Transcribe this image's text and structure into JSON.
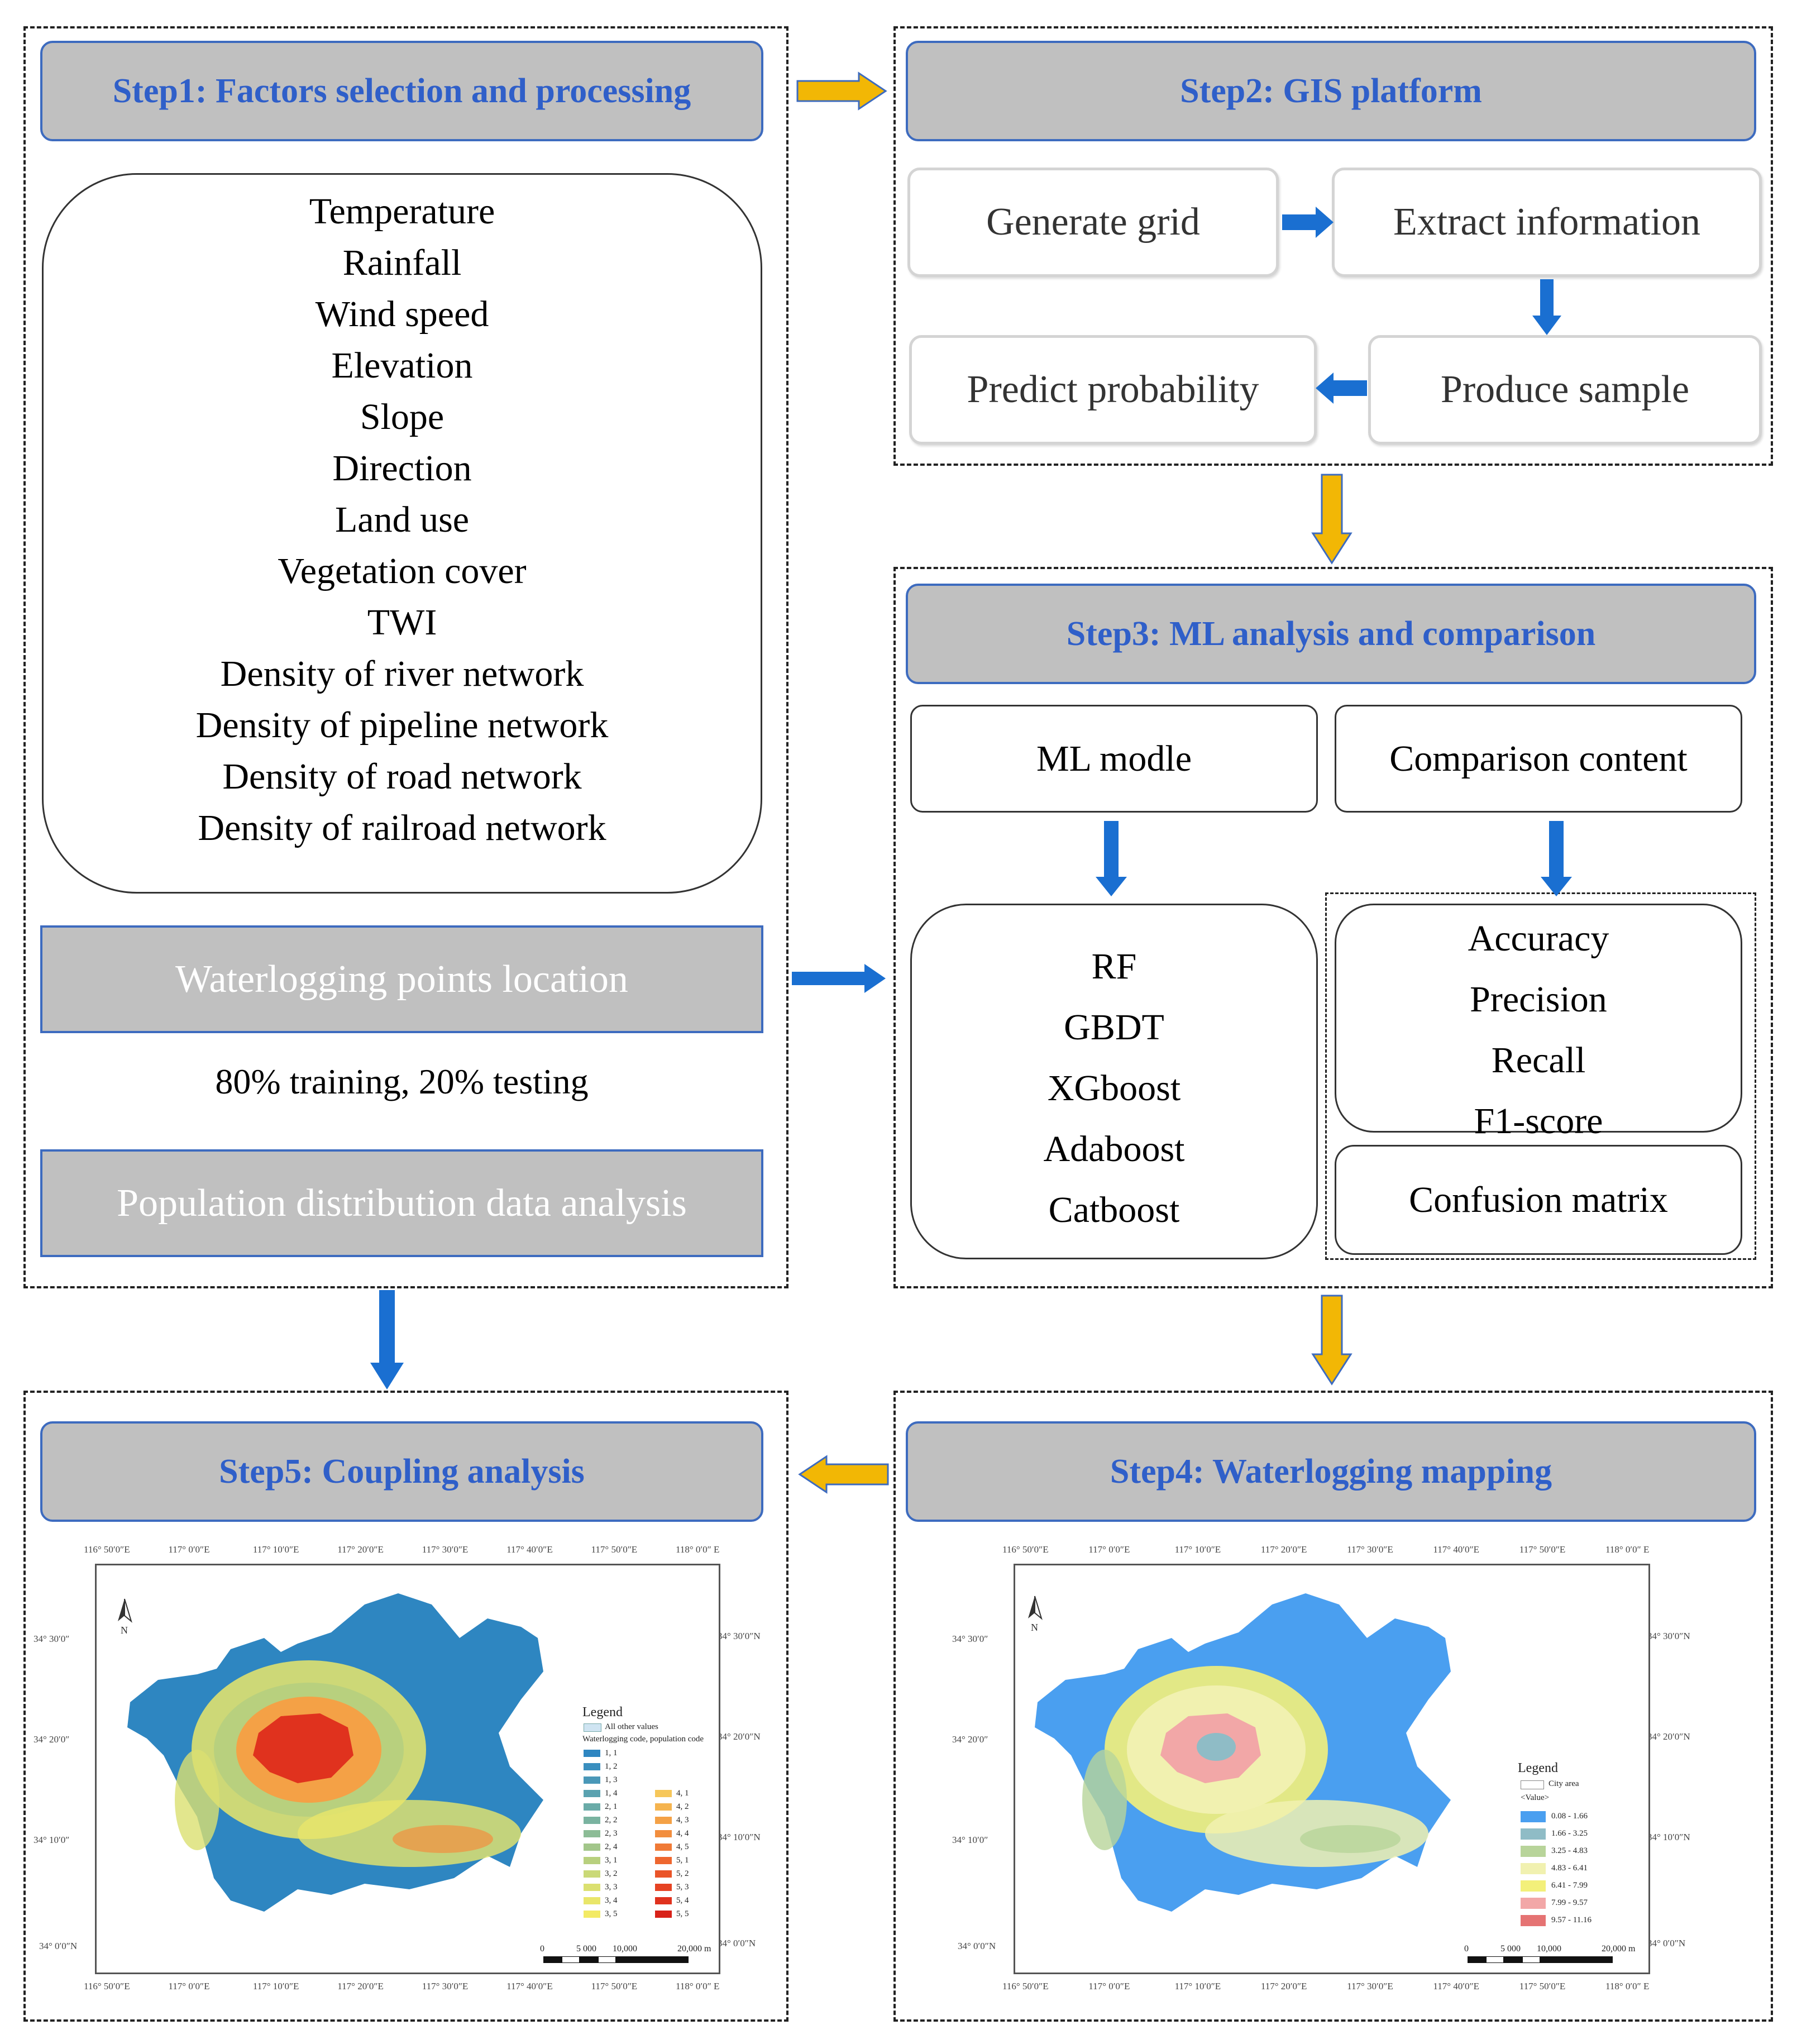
{
  "steps": {
    "step1": {
      "title": "Step1: Factors selection and processing",
      "factors": [
        "Temperature",
        "Rainfall",
        "Wind speed",
        "Elevation",
        "Slope",
        "Direction",
        "Land use",
        "Vegetation cover",
        "TWI",
        "Density of river network",
        "Density of pipeline network",
        "Density of road network",
        "Density of railroad  network"
      ],
      "waterlogging_box": "Waterlogging points location",
      "split_text": "80% training, 20% testing",
      "population_box": "Population distribution data analysis"
    },
    "step2": {
      "title": "Step2: GIS platform",
      "generate_grid": "Generate grid",
      "extract_information": "Extract information",
      "produce_sample": "Produce sample",
      "predict_probability": "Predict probability"
    },
    "step3": {
      "title": "Step3: ML analysis and comparison",
      "ml_model": "ML modle",
      "comparison_content": "Comparison content",
      "models": [
        "RF",
        "GBDT",
        "XGboost",
        "Adaboost",
        "Catboost"
      ],
      "metrics": [
        "Accuracy",
        "Precision",
        "Recall",
        "F1-score"
      ],
      "confusion_matrix": "Confusion matrix"
    },
    "step4": {
      "title": "Step4: Waterlogging mapping",
      "map": {
        "lon_labels": [
          "116° 50′0″E",
          "117° 0′0″E",
          "117° 10′0″E",
          "117° 20′0″E",
          "117° 30′0″E",
          "117° 40′0″E",
          "117° 50′0″E",
          "118° 0′0″ E"
        ],
        "lat_labels": [
          "34° 30′0″",
          "34° 20′0″",
          "34° 10′0″",
          "34° 0′0″N"
        ],
        "lat_labels_right": [
          "34° 30′0″N",
          "34° 20′0″N",
          "34° 10′0″N",
          "34° 0′0″N"
        ],
        "legend_title": "Legend",
        "legend_city": "City area",
        "legend_value": "<Value>",
        "legend_items": [
          {
            "label": "0.08 - 1.66",
            "color": "#4a9ff0"
          },
          {
            "label": "1.66 - 3.25",
            "color": "#8fbcc6"
          },
          {
            "label": "3.25 - 4.83",
            "color": "#b8d49a"
          },
          {
            "label": "4.83 - 6.41",
            "color": "#f1f1b0"
          },
          {
            "label": "6.41 - 7.99",
            "color": "#f3f07a"
          },
          {
            "label": "7.99 - 9.57",
            "color": "#f2a7a7"
          },
          {
            "label": "9.57 - 11.16",
            "color": "#e57373"
          }
        ],
        "scale_labels": [
          "0",
          "5 000",
          "10,000",
          "20,000 m"
        ],
        "north": "N"
      }
    },
    "step5": {
      "title": "Step5: Coupling analysis",
      "map": {
        "lon_labels": [
          "116° 50′0″E",
          "117° 0′0″E",
          "117° 10′0″E",
          "117° 20′0″E",
          "117° 30′0″E",
          "117° 40′0″E",
          "117° 50′0″E",
          "118° 0′0″ E"
        ],
        "lat_labels": [
          "34° 30′0″",
          "34° 20′0″",
          "34° 10′0″",
          "34° 0′0″N"
        ],
        "lat_labels_right": [
          "34° 30′0″N",
          "34° 20′0″N",
          "34° 10′0″N",
          "34° 0′0″N"
        ],
        "legend_title": "Legend",
        "legend_other": "All other values",
        "legend_code": "Waterlogging code, population code",
        "legend_left": [
          {
            "label": "1, 1",
            "color": "#2e86c1"
          },
          {
            "label": "1, 2",
            "color": "#3a8fbf"
          },
          {
            "label": "1, 3",
            "color": "#4a98b8"
          },
          {
            "label": "1, 4",
            "color": "#5aa2b0"
          },
          {
            "label": "2, 1",
            "color": "#6aaba8"
          },
          {
            "label": "2, 2",
            "color": "#7ab3a0"
          },
          {
            "label": "2, 3",
            "color": "#8cbc96"
          },
          {
            "label": "2, 4",
            "color": "#a2c68a"
          },
          {
            "label": "3, 1",
            "color": "#b8d07e"
          },
          {
            "label": "3, 2",
            "color": "#cad977"
          },
          {
            "label": "3, 3",
            "color": "#dbe070"
          },
          {
            "label": "3, 4",
            "color": "#e9e66a"
          },
          {
            "label": "3, 5",
            "color": "#f3ea64"
          }
        ],
        "legend_right": [
          {
            "label": "4, 1",
            "color": "#f6c75a"
          },
          {
            "label": "4, 2",
            "color": "#f5b44f"
          },
          {
            "label": "4, 3",
            "color": "#f4a146"
          },
          {
            "label": "4, 4",
            "color": "#f28e3e"
          },
          {
            "label": "4, 5",
            "color": "#f07a36"
          },
          {
            "label": "5, 1",
            "color": "#ee672f"
          },
          {
            "label": "5, 2",
            "color": "#ea5428"
          },
          {
            "label": "5, 3",
            "color": "#e64323"
          },
          {
            "label": "5, 4",
            "color": "#e0321e"
          },
          {
            "label": "5, 5",
            "color": "#d82219"
          }
        ],
        "scale_labels": [
          "0",
          "5 000",
          "10,000",
          "20,000 m"
        ],
        "north": "N"
      }
    }
  },
  "colors": {
    "header_text": "#2f5fc9",
    "header_fill": "#c0c0c0",
    "header_border": "#3d6bbf",
    "arrow_gold": "#f2b705",
    "arrow_blue": "#1a6fd1"
  }
}
